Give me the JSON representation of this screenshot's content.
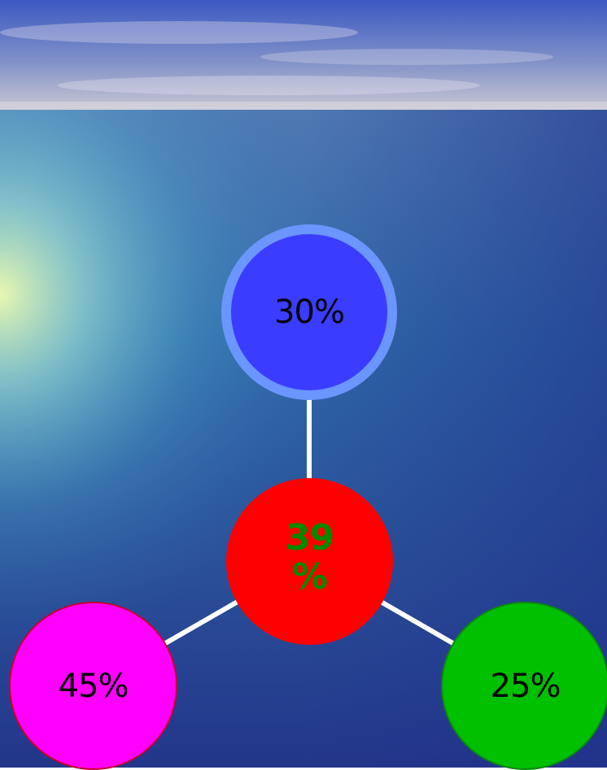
{
  "diagram": {
    "center": {
      "label": "39 %",
      "fill": "#ff0000",
      "text_color": "#008a00"
    },
    "top": {
      "label": "30%",
      "fill": "#3a3cff",
      "ring": "#6b95ff"
    },
    "left": {
      "label": "45%",
      "fill": "#ff00ff",
      "outline": "#cc0033"
    },
    "right": {
      "label": "25%",
      "fill": "#00c000",
      "outline": "#0a8a0a"
    },
    "connector_color": "#ffffff",
    "background": "ocean-horizon-photo"
  }
}
